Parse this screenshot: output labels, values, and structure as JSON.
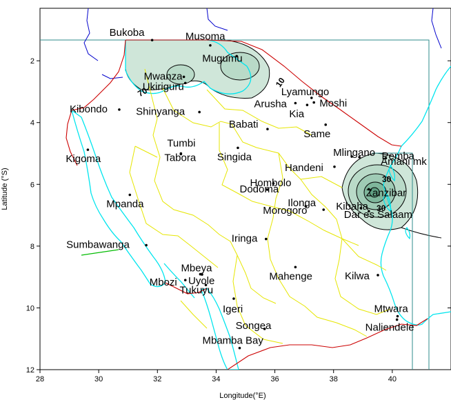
{
  "chart_data": {
    "type": "map",
    "xlabel": "Longitude(°E)",
    "ylabel": "Latitude (°S)",
    "xlim": [
      28,
      42
    ],
    "ylim": [
      12,
      0.3
    ],
    "x_ticks": [
      28,
      30,
      32,
      34,
      36,
      38,
      40
    ],
    "y_ticks": [
      2,
      4,
      6,
      8,
      10,
      12
    ],
    "grid": false,
    "colors": {
      "country_border": "#cc0000",
      "region_borders": "#e6e600",
      "lakes_and_coast": "#00e5ee",
      "rivers": "#0000cc",
      "contour_fill": "#cfe6d9",
      "contour_fill_inner": "#9fcbb5",
      "contour_line": "#000000",
      "frame_line": "#2e8b8b",
      "green_segment": "#00bb00"
    },
    "towns": [
      {
        "name": "Bukoba",
        "lon": 31.82,
        "lat": 1.33
      },
      {
        "name": "Musoma",
        "lon": 33.8,
        "lat": 1.5
      },
      {
        "name": "Mugumu",
        "lon": 34.7,
        "lat": 1.85
      },
      {
        "name": "Mwanza",
        "lon": 32.9,
        "lat": 2.52
      },
      {
        "name": "Ukiriguru",
        "lon": 32.95,
        "lat": 2.72
      },
      {
        "name": "Lyamungo",
        "lon": 37.25,
        "lat": 3.2
      },
      {
        "name": "Arusha",
        "lon": 36.7,
        "lat": 3.37
      },
      {
        "name": "Moshi",
        "lon": 37.33,
        "lat": 3.35
      },
      {
        "name": "Kia",
        "lon": 37.1,
        "lat": 3.43
      },
      {
        "name": "Kibondo",
        "lon": 30.7,
        "lat": 3.58
      },
      {
        "name": "Shinyanga",
        "lon": 33.43,
        "lat": 3.66
      },
      {
        "name": "Babati",
        "lon": 35.75,
        "lat": 4.21
      },
      {
        "name": "Same",
        "lon": 37.73,
        "lat": 4.07
      },
      {
        "name": "Tumbi",
        "lon": 32.8,
        "lat": 5.0
      },
      {
        "name": "Tabora",
        "lon": 32.8,
        "lat": 5.02
      },
      {
        "name": "Singida",
        "lon": 34.74,
        "lat": 4.82
      },
      {
        "name": "Kigoma",
        "lon": 29.63,
        "lat": 4.88
      },
      {
        "name": "Mlingano",
        "lon": 38.88,
        "lat": 5.12
      },
      {
        "name": "Amani mk",
        "lon": 38.62,
        "lat": 5.1
      },
      {
        "name": "Handeni",
        "lon": 38.03,
        "lat": 5.43
      },
      {
        "name": "Pemba",
        "lon": 39.78,
        "lat": 5.15
      },
      {
        "name": "Dodoma",
        "lon": 35.74,
        "lat": 6.17
      },
      {
        "name": "Hombolo",
        "lon": 35.95,
        "lat": 5.97
      },
      {
        "name": "Zanzibar",
        "lon": 39.2,
        "lat": 6.16
      },
      {
        "name": "Mpanda",
        "lon": 31.06,
        "lat": 6.34
      },
      {
        "name": "Ilonga",
        "lon": 37.05,
        "lat": 6.71
      },
      {
        "name": "Morogoro",
        "lon": 37.66,
        "lat": 6.82
      },
      {
        "name": "Kibaha",
        "lon": 38.93,
        "lat": 6.77
      },
      {
        "name": "Dar es Salaam",
        "lon": 39.2,
        "lat": 6.87
      },
      {
        "name": "Iringa",
        "lon": 35.7,
        "lat": 7.77
      },
      {
        "name": "Sumbawanga",
        "lon": 31.62,
        "lat": 7.97
      },
      {
        "name": "Mbeya",
        "lon": 33.46,
        "lat": 8.91
      },
      {
        "name": "Uyole",
        "lon": 33.52,
        "lat": 8.92
      },
      {
        "name": "Mbozi",
        "lon": 32.95,
        "lat": 9.1
      },
      {
        "name": "Tukuyu",
        "lon": 33.65,
        "lat": 9.26
      },
      {
        "name": "Mahenge",
        "lon": 36.7,
        "lat": 8.68
      },
      {
        "name": "Kilwa",
        "lon": 39.51,
        "lat": 8.94
      },
      {
        "name": "Igeri",
        "lon": 34.6,
        "lat": 9.7
      },
      {
        "name": "Mtwara",
        "lon": 40.18,
        "lat": 10.27
      },
      {
        "name": "Naliendele",
        "lon": 40.16,
        "lat": 10.38
      },
      {
        "name": "Songea",
        "lon": 35.65,
        "lat": 10.68
      },
      {
        "name": "Mbamba Bay",
        "lon": 34.8,
        "lat": 11.3
      }
    ],
    "contour_labels": [
      "30",
      "30",
      "10",
      "70"
    ]
  }
}
